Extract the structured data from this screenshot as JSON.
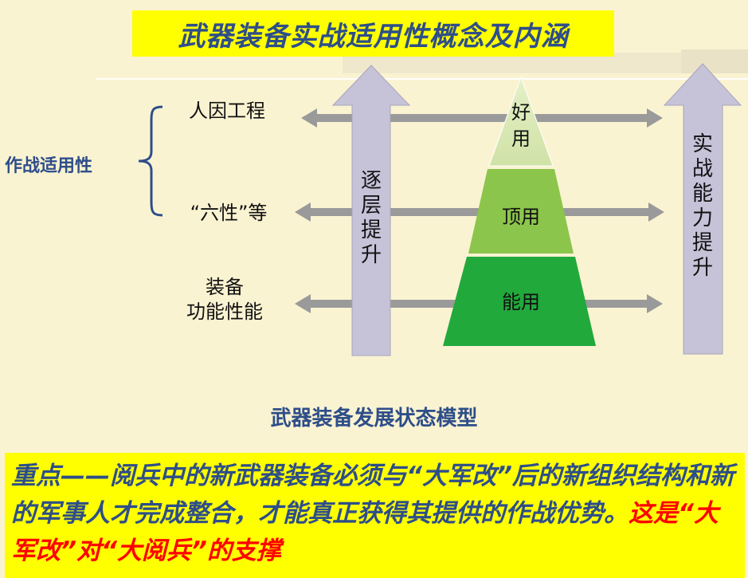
{
  "title": "武器装备实战适用性概念及内涵",
  "side_label": "作战适用性",
  "rows": {
    "top": "人因工程",
    "middle": "“六性”等",
    "bottom_line1": "装备",
    "bottom_line2": "功能性能"
  },
  "left_arrow_text": "逐层提升",
  "right_arrow_text": "实战能力提升",
  "pyramid": {
    "top_line1": "好",
    "top_line2": "用",
    "middle": "顶用",
    "bottom": "能用"
  },
  "caption": "武器装备发展状态模型",
  "emphasis": {
    "part_blue": "重点——阅兵中的新武器装备必须与“大军改”后的新组织结构和新的军事人才完成整合，才能真正获得其提供的作战优势。",
    "part_red": "这是“大军改”对“大阅兵”的支撑"
  },
  "colors": {
    "title_bg": "#ffff00",
    "text_blue": "#2e4e89",
    "emphasis_red": "#ff0000",
    "pyramid_top": "#d6e6b2",
    "pyramid_middle": "#8cc54b",
    "pyramid_bottom": "#22a93c",
    "arrow_fill": "#c6c2d8"
  }
}
